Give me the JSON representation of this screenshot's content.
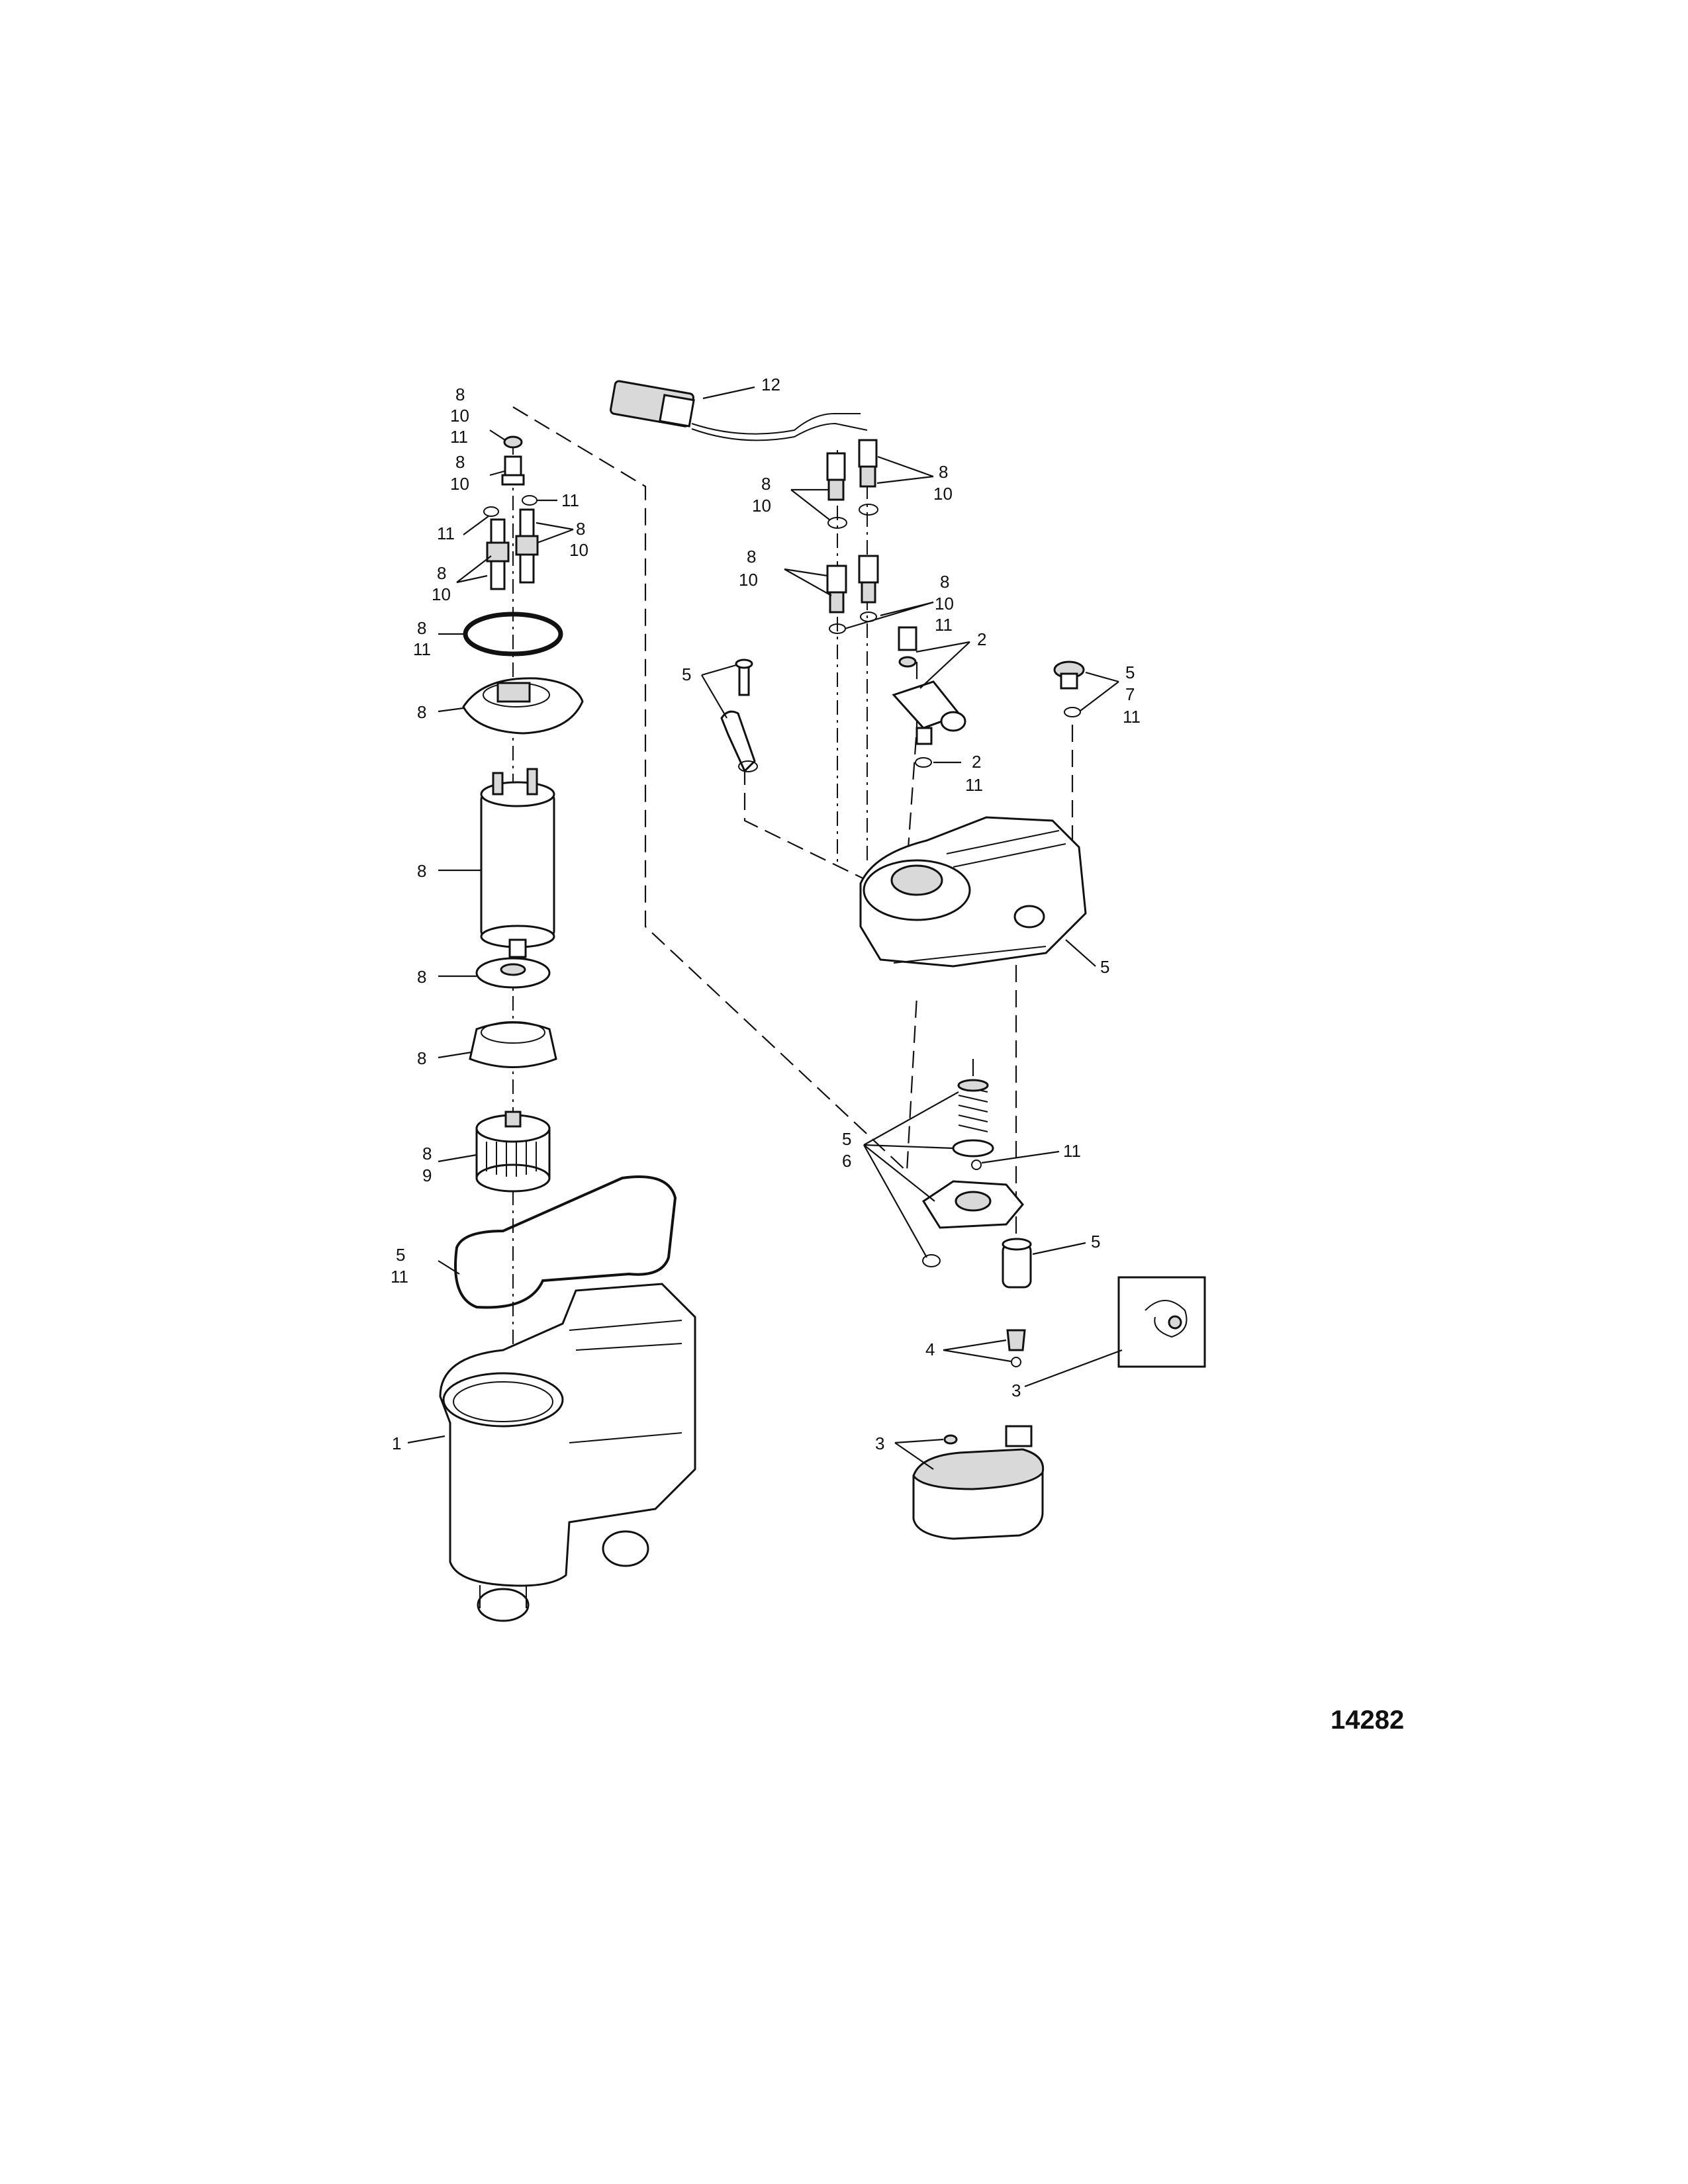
{
  "figure_number": "14282",
  "callouts": [
    {
      "id": "c12",
      "text": "12"
    },
    {
      "id": "c8-top",
      "text": "8"
    },
    {
      "id": "c10-top",
      "text": "10"
    },
    {
      "id": "c11-top",
      "text": "11"
    },
    {
      "id": "c8-cap",
      "text": "8"
    },
    {
      "id": "c10-cap",
      "text": "10"
    },
    {
      "id": "c11-oring-r",
      "text": "11"
    },
    {
      "id": "c11-oring-l",
      "text": "11"
    },
    {
      "id": "c8-stemr",
      "text": "8"
    },
    {
      "id": "c10-stemr",
      "text": "10"
    },
    {
      "id": "c8-steml",
      "text": "8"
    },
    {
      "id": "c10-steml",
      "text": "10"
    },
    {
      "id": "c8-ring",
      "text": "8"
    },
    {
      "id": "c11-ring",
      "text": "11"
    },
    {
      "id": "c8-plate",
      "text": "8"
    },
    {
      "id": "c8-pump",
      "text": "8"
    },
    {
      "id": "c8-retainer",
      "text": "8"
    },
    {
      "id": "c8-cup",
      "text": "8"
    },
    {
      "id": "c8-filter",
      "text": "8"
    },
    {
      "id": "c9-filter",
      "text": "9"
    },
    {
      "id": "c5-gasket",
      "text": "5"
    },
    {
      "id": "c11-gasket",
      "text": "11"
    },
    {
      "id": "c1-tank",
      "text": "1"
    },
    {
      "id": "c8-harnl",
      "text": "8"
    },
    {
      "id": "c10-harnl",
      "text": "10"
    },
    {
      "id": "c8-harnr",
      "text": "8"
    },
    {
      "id": "c10-harnr",
      "text": "10"
    },
    {
      "id": "c8-fitl",
      "text": "8"
    },
    {
      "id": "c10-fitl",
      "text": "10"
    },
    {
      "id": "c8-fitr",
      "text": "8"
    },
    {
      "id": "c10-fitr",
      "text": "10"
    },
    {
      "id": "c11-fitr",
      "text": "11"
    },
    {
      "id": "c2-fitting",
      "text": "2"
    },
    {
      "id": "c2-oring",
      "text": "2"
    },
    {
      "id": "c11-oring-fit",
      "text": "11"
    },
    {
      "id": "c5-bracket",
      "text": "5"
    },
    {
      "id": "c5-plug",
      "text": "5"
    },
    {
      "id": "c7-plug",
      "text": "7"
    },
    {
      "id": "c11-plug",
      "text": "11"
    },
    {
      "id": "c5-cover",
      "text": "5"
    },
    {
      "id": "c5-valve",
      "text": "5"
    },
    {
      "id": "c6-valve",
      "text": "6"
    },
    {
      "id": "c11-valve",
      "text": "11"
    },
    {
      "id": "c5-float",
      "text": "5"
    },
    {
      "id": "c4-needle",
      "text": "4"
    },
    {
      "id": "c3-detail",
      "text": "3"
    },
    {
      "id": "c3-box",
      "text": "3"
    }
  ]
}
